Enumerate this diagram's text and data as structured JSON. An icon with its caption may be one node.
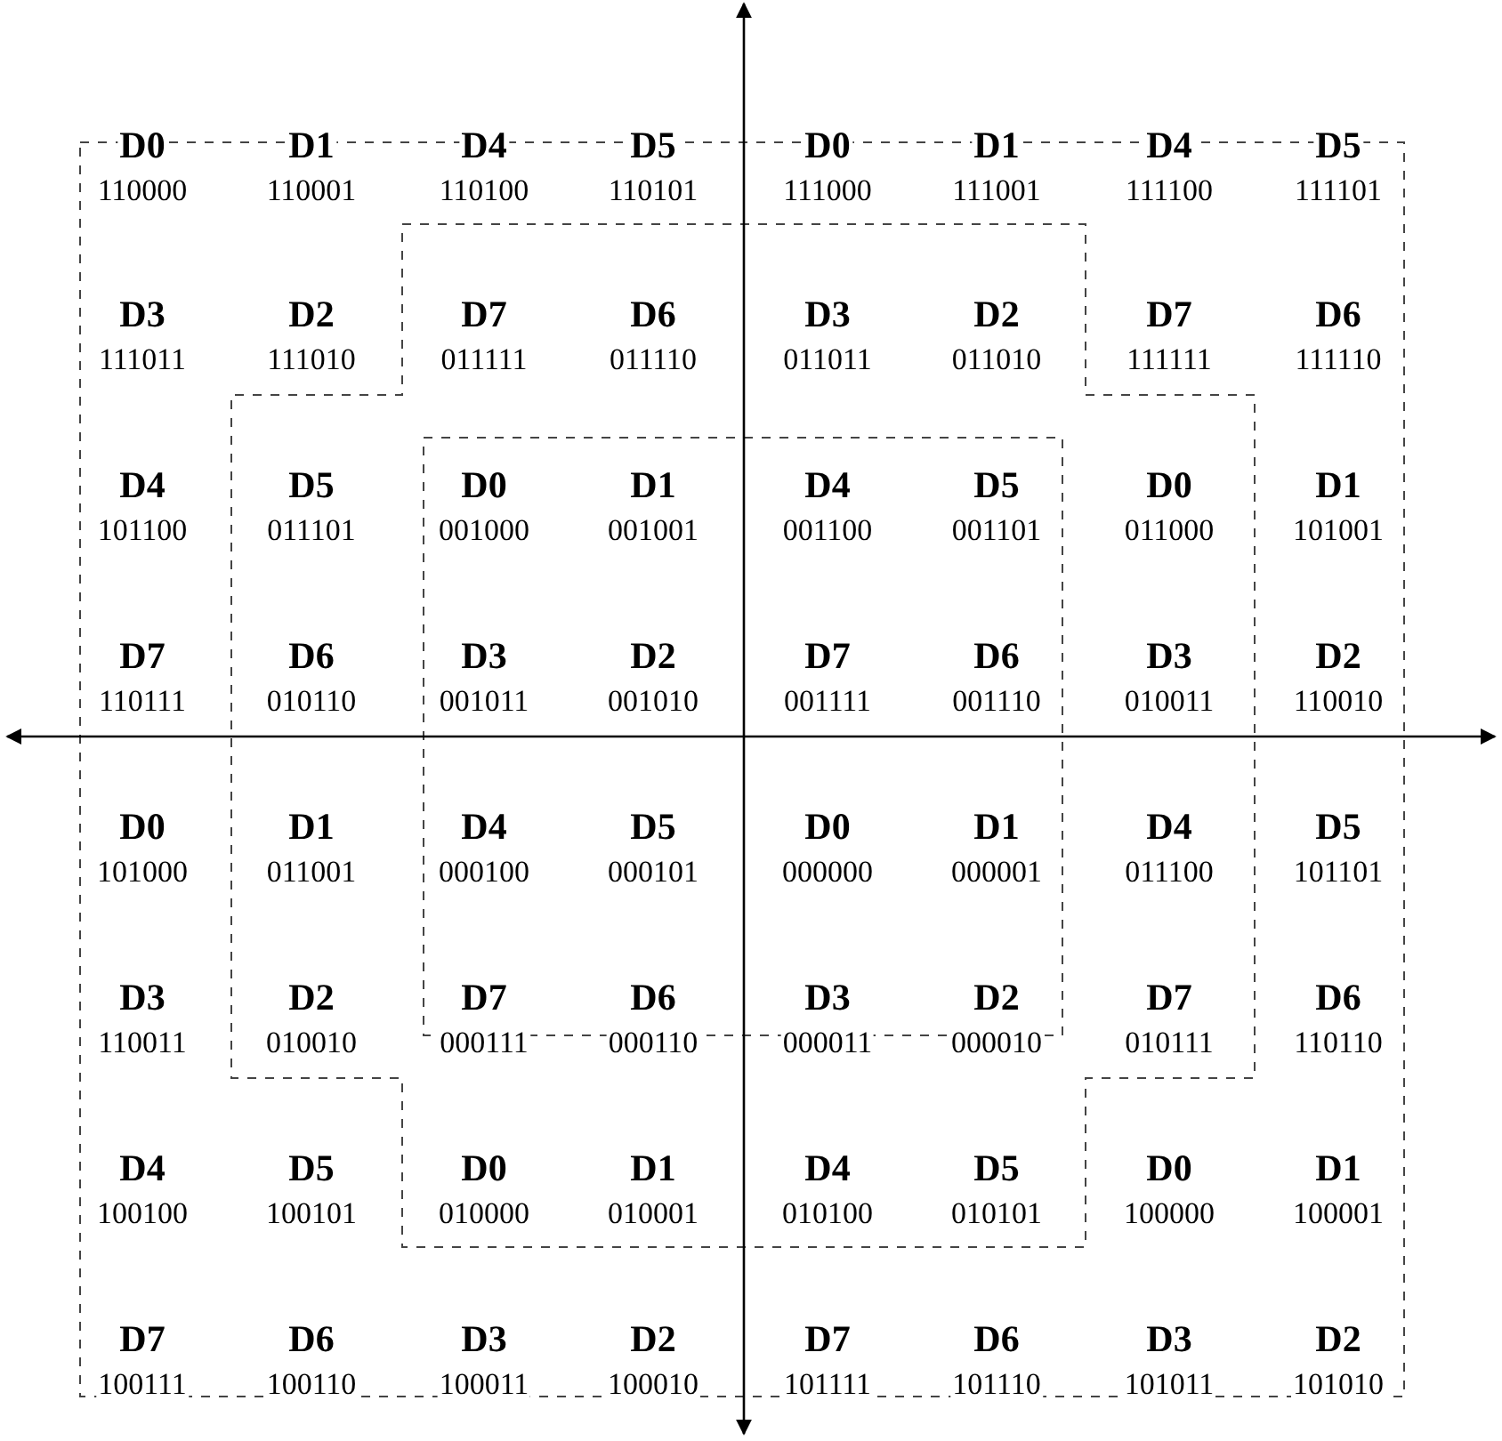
{
  "diagram": {
    "labels": [
      "D0",
      "110000",
      "D1",
      "110001",
      "D4",
      "110100",
      "D5",
      "110101",
      "D0",
      "111000",
      "D1",
      "111001",
      "D4",
      "111100",
      "D5",
      "111101",
      "D3",
      "111011",
      "D2",
      "111010",
      "D7",
      "011111",
      "D6",
      "011110",
      "D3",
      "011011",
      "D2",
      "011010",
      "D7",
      "111111",
      "D6",
      "111110",
      "D4",
      "101100",
      "D5",
      "011101",
      "D0",
      "001000",
      "D1",
      "001001",
      "D4",
      "001100",
      "D5",
      "001101",
      "D0",
      "011000",
      "D1",
      "101001",
      "D7",
      "110111",
      "D6",
      "010110",
      "D3",
      "001011",
      "D2",
      "001010",
      "D7",
      "001111",
      "D6",
      "001110",
      "D3",
      "010011",
      "D2",
      "110010",
      "D0",
      "101000",
      "D1",
      "011001",
      "D4",
      "000100",
      "D5",
      "000101",
      "D0",
      "000000",
      "D1",
      "000001",
      "D4",
      "011100",
      "D5",
      "101101",
      "D3",
      "110011",
      "D2",
      "010010",
      "D7",
      "000111",
      "D6",
      "000110",
      "D3",
      "000011",
      "D2",
      "000010",
      "D7",
      "010111",
      "D6",
      "110110",
      "D4",
      "100100",
      "D5",
      "100101",
      "D0",
      "010000",
      "D1",
      "010001",
      "D4",
      "010100",
      "D5",
      "010101",
      "D0",
      "100000",
      "D1",
      "100001",
      "D7",
      "100111",
      "D6",
      "100110",
      "D3",
      "100011",
      "D2",
      "100010",
      "D7",
      "101111",
      "D6",
      "101110",
      "D3",
      "101011",
      "D2",
      "101010"
    ]
  }
}
